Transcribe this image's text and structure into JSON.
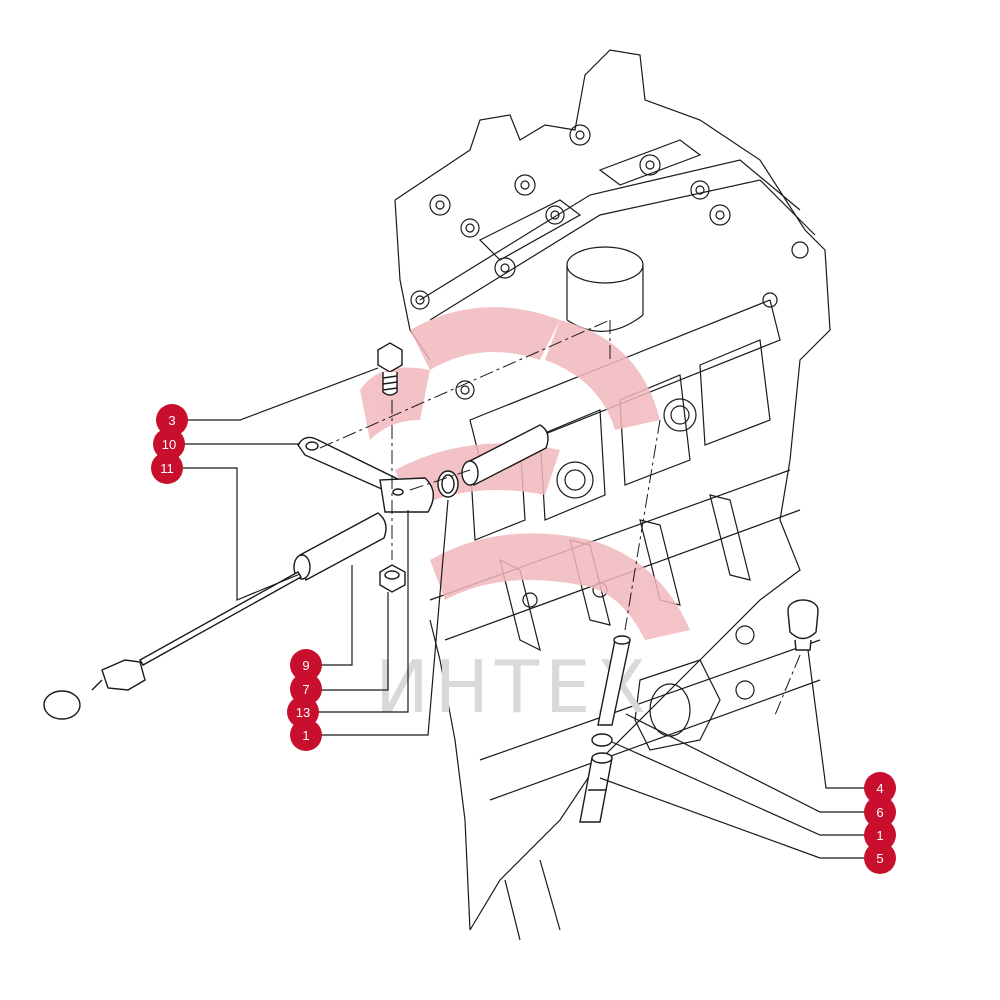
{
  "watermark": {
    "text": "ИНТЕХ",
    "color": "#d8d8d8",
    "logo_color": "#f2b8bd"
  },
  "colors": {
    "callout_fill": "#c8102e",
    "line_art": "#1a1a1a"
  },
  "callouts": [
    {
      "id": "c3",
      "label": "3"
    },
    {
      "id": "c10",
      "label": "10"
    },
    {
      "id": "c11",
      "label": "11"
    },
    {
      "id": "c9",
      "label": "9"
    },
    {
      "id": "c7",
      "label": "7"
    },
    {
      "id": "c13",
      "label": "13"
    },
    {
      "id": "c1a",
      "label": "1"
    },
    {
      "id": "c4",
      "label": "4"
    },
    {
      "id": "c6",
      "label": "6"
    },
    {
      "id": "c1b",
      "label": "1"
    },
    {
      "id": "c5",
      "label": "5"
    }
  ]
}
